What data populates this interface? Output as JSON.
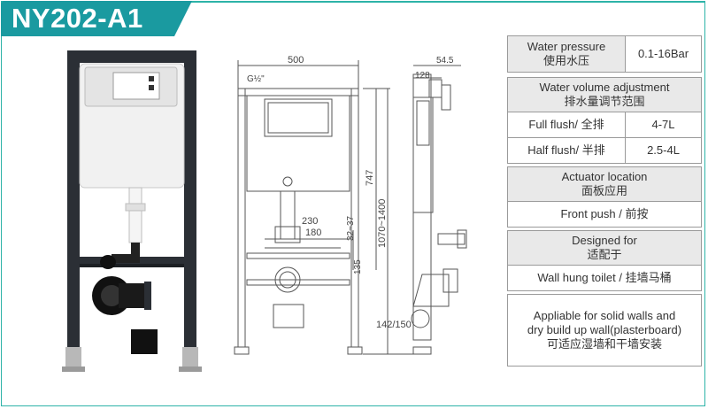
{
  "title": "NY202-A1",
  "drawing": {
    "dim_500": "500",
    "dim_g12": "G½\"",
    "dim_545": "54.5",
    "dim_128": "128",
    "dim_747": "747",
    "dim_1070": "1070~1400",
    "dim_230": "230",
    "dim_180": "180",
    "dim_3237": "32~37",
    "dim_135": "135",
    "dim_142": "142/150"
  },
  "spec": {
    "water_pressure_label": "Water pressure",
    "water_pressure_label_cn": "使用水压",
    "water_pressure_value": "0.1-16Bar",
    "water_volume_heading": "Water volume adjustment",
    "water_volume_heading_cn": "排水量调节范围",
    "full_flush_label": "Full flush/ 全排",
    "full_flush_value": "4-7L",
    "half_flush_label": "Half flush/ 半排",
    "half_flush_value": "2.5-4L",
    "actuator_heading": "Actuator location",
    "actuator_heading_cn": "面板应用",
    "actuator_value": "Front push / 前按",
    "designed_heading": "Designed for",
    "designed_heading_cn": "适配于",
    "designed_value": "Wall hung toilet  / 挂墙马桶",
    "applicable_line1": "Appliable for solid walls and",
    "applicable_line2": "dry build up wall(plasterboard)",
    "applicable_cn": "可适应湿墙和干墙安装"
  },
  "colors": {
    "accent": "#1a9aa0",
    "frame": "#2a2e33",
    "table_shade": "#e9e9e9"
  }
}
